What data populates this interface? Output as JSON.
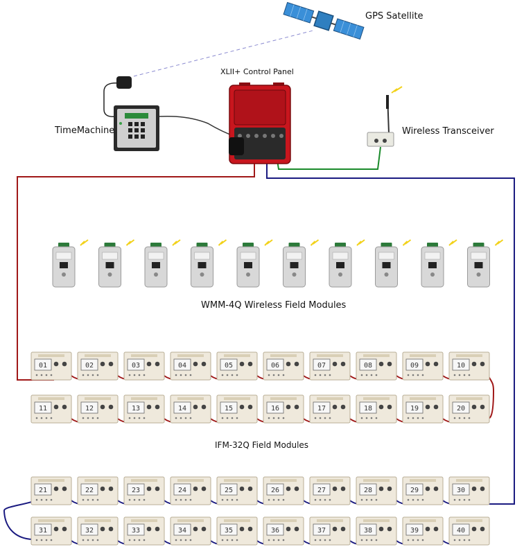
{
  "labels": {
    "gps_satellite": "GPS Satellite",
    "control_panel": "XLII+ Control Panel",
    "timemachine": "TimeMachine",
    "wireless_transceiver": "Wireless Transceiver",
    "wireless_modules": "WMM-4Q Wireless Field Modules",
    "field_modules": "IFM-32Q Field Modules"
  },
  "wireless_module_count": 10,
  "field_module_rows": [
    [
      "01",
      "02",
      "03",
      "04",
      "05",
      "06",
      "07",
      "08",
      "09",
      "10"
    ],
    [
      "11",
      "12",
      "13",
      "14",
      "15",
      "16",
      "17",
      "18",
      "19",
      "20"
    ],
    [
      "21",
      "22",
      "23",
      "24",
      "25",
      "26",
      "27",
      "28",
      "29",
      "30"
    ],
    [
      "31",
      "32",
      "33",
      "34",
      "35",
      "36",
      "37",
      "38",
      "39",
      "40"
    ]
  ],
  "colors": {
    "red_wire": "#a01818",
    "blue_wire": "#1a1a80",
    "green_wire": "#1a8a2a",
    "case_red": "#c8161e",
    "bolt": "#f2d21b",
    "gps_link": "#8a8ad0"
  }
}
